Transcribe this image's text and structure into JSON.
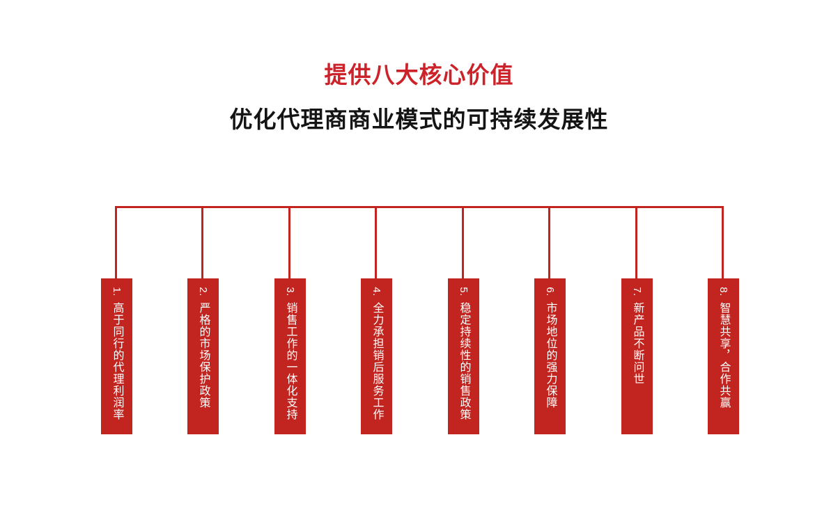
{
  "slide": {
    "background_color": "#FFFFFF",
    "accent_color": "#C2251F",
    "title_color": "#CC2229",
    "subtitle_color": "#141414"
  },
  "heading": {
    "title": "提供八大核心价值",
    "subtitle": "优化代理商商业模式的可持续发展性"
  },
  "chart_data": {
    "type": "diagram",
    "layout": "horizontal-bracket-with-vertical-bars",
    "title": "提供八大核心价值",
    "subtitle": "优化代理商商业模式的可持续发展性",
    "item_count": 8,
    "categories": [
      "1.",
      "2.",
      "3.",
      "4.",
      "5.",
      "6.",
      "7.",
      "8."
    ],
    "values": [
      "高于同行的代理利润率",
      "严格的市场保护政策",
      "销售工作的一体化支持",
      "全力承担销后服务工作",
      "稳定持续性的销售政策",
      "市场地位的强力保障",
      "新产品不断问世",
      "智慧共享，合作共赢"
    ]
  },
  "cards": [
    {
      "number": "1.",
      "text": "高于同行的代理利润率"
    },
    {
      "number": "2.",
      "text": "严格的市场保护政策"
    },
    {
      "number": "3.",
      "text": "销售工作的一体化支持"
    },
    {
      "number": "4.",
      "text": "全力承担销后服务工作"
    },
    {
      "number": "5.",
      "text": "稳定持续性的销售政策"
    },
    {
      "number": "6.",
      "text": "市场地位的强力保障"
    },
    {
      "number": "7.",
      "text": "新产品不断问世"
    },
    {
      "number": "8.",
      "text": "智慧共享，合作共赢"
    }
  ]
}
